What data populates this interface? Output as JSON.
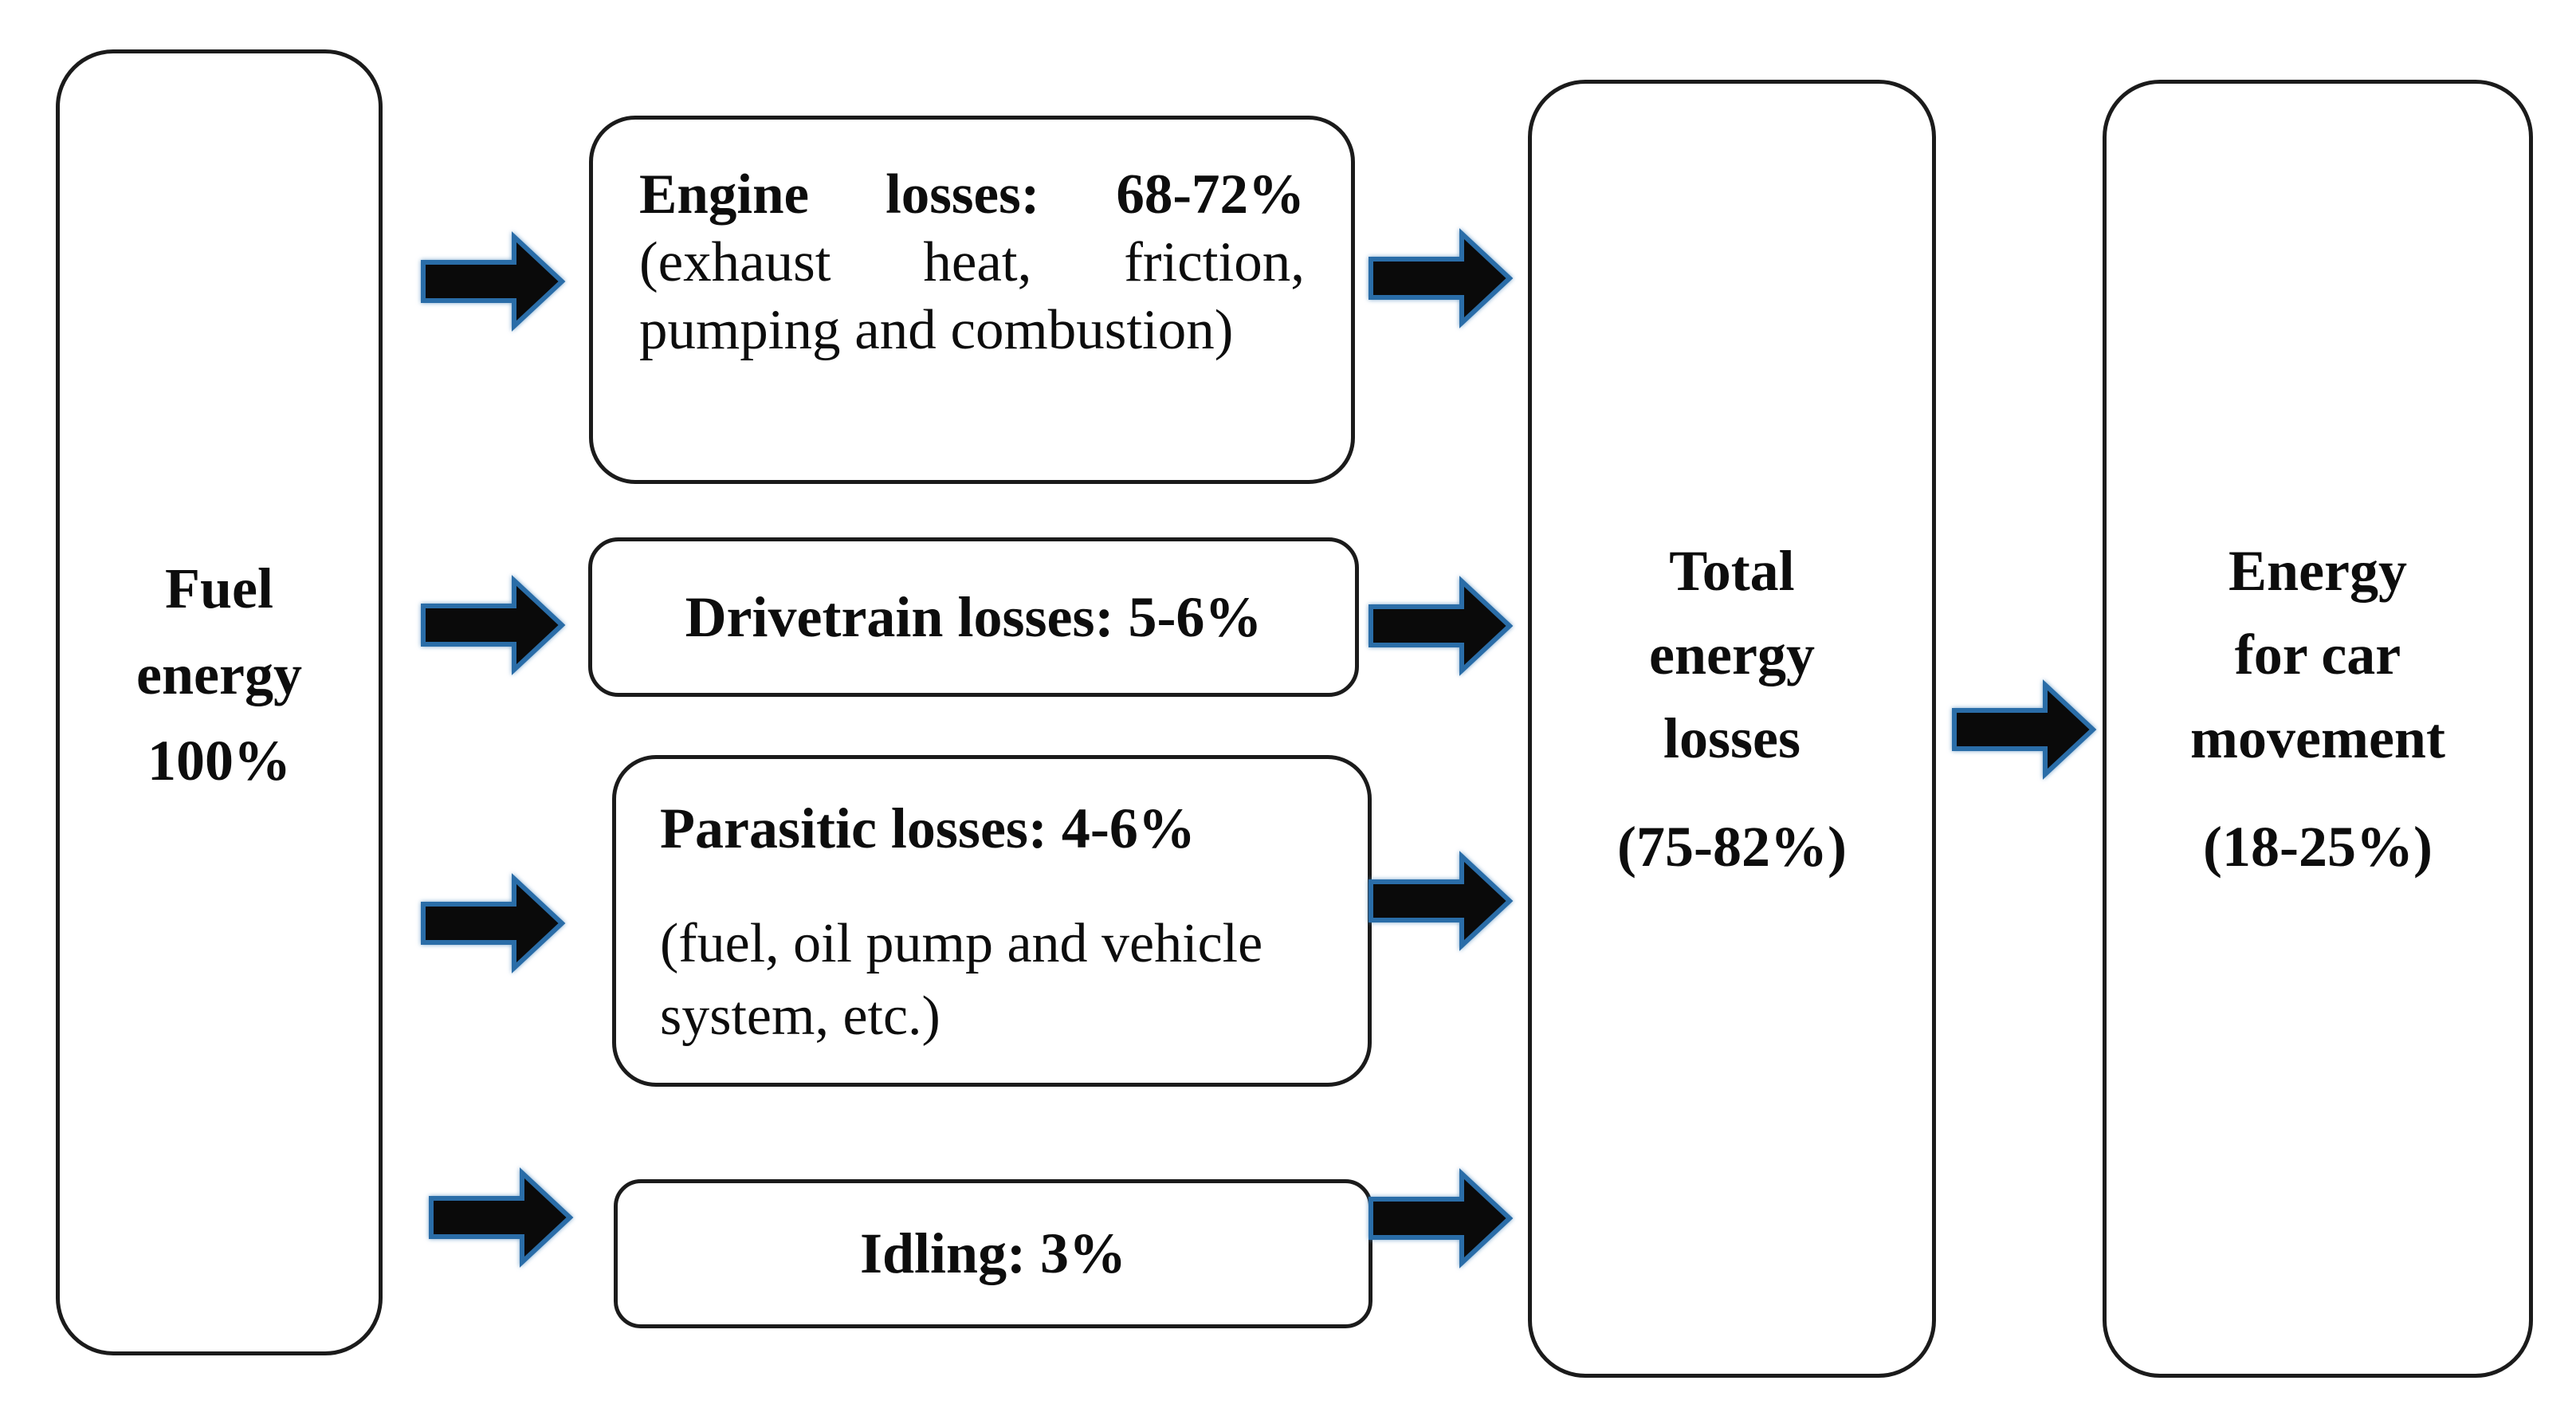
{
  "figure": {
    "colors": {
      "bg": "#ffffff",
      "border": "#1b1b1b",
      "text": "#0d0d0d",
      "arrow_fill": "#0a0a0a",
      "arrow_outline": "#2a6da8"
    },
    "icons": {
      "flow_arrow": "right-block-arrow"
    },
    "fuel_box": {
      "label": "Fuel\nenergy\n100%"
    },
    "loss_boxes": [
      {
        "title": "Engine losses: 68-72%",
        "desc_lines": [
          "(exhaust heat, friction,",
          "pumping and combustion)"
        ]
      },
      {
        "title": "Drivetrain losses: 5-6%"
      },
      {
        "title": "Parasitic losses: 4-6%",
        "desc_lines": [
          "(fuel, oil pump and vehicle",
          "system, etc.)"
        ]
      },
      {
        "title": "Idling: 3%"
      }
    ],
    "total_box": {
      "label": "Total\nenergy\nlosses",
      "value": "(75-82%)"
    },
    "output_box": {
      "label": "Energy\nfor car\nmovement",
      "value": "(18-25%)"
    }
  }
}
